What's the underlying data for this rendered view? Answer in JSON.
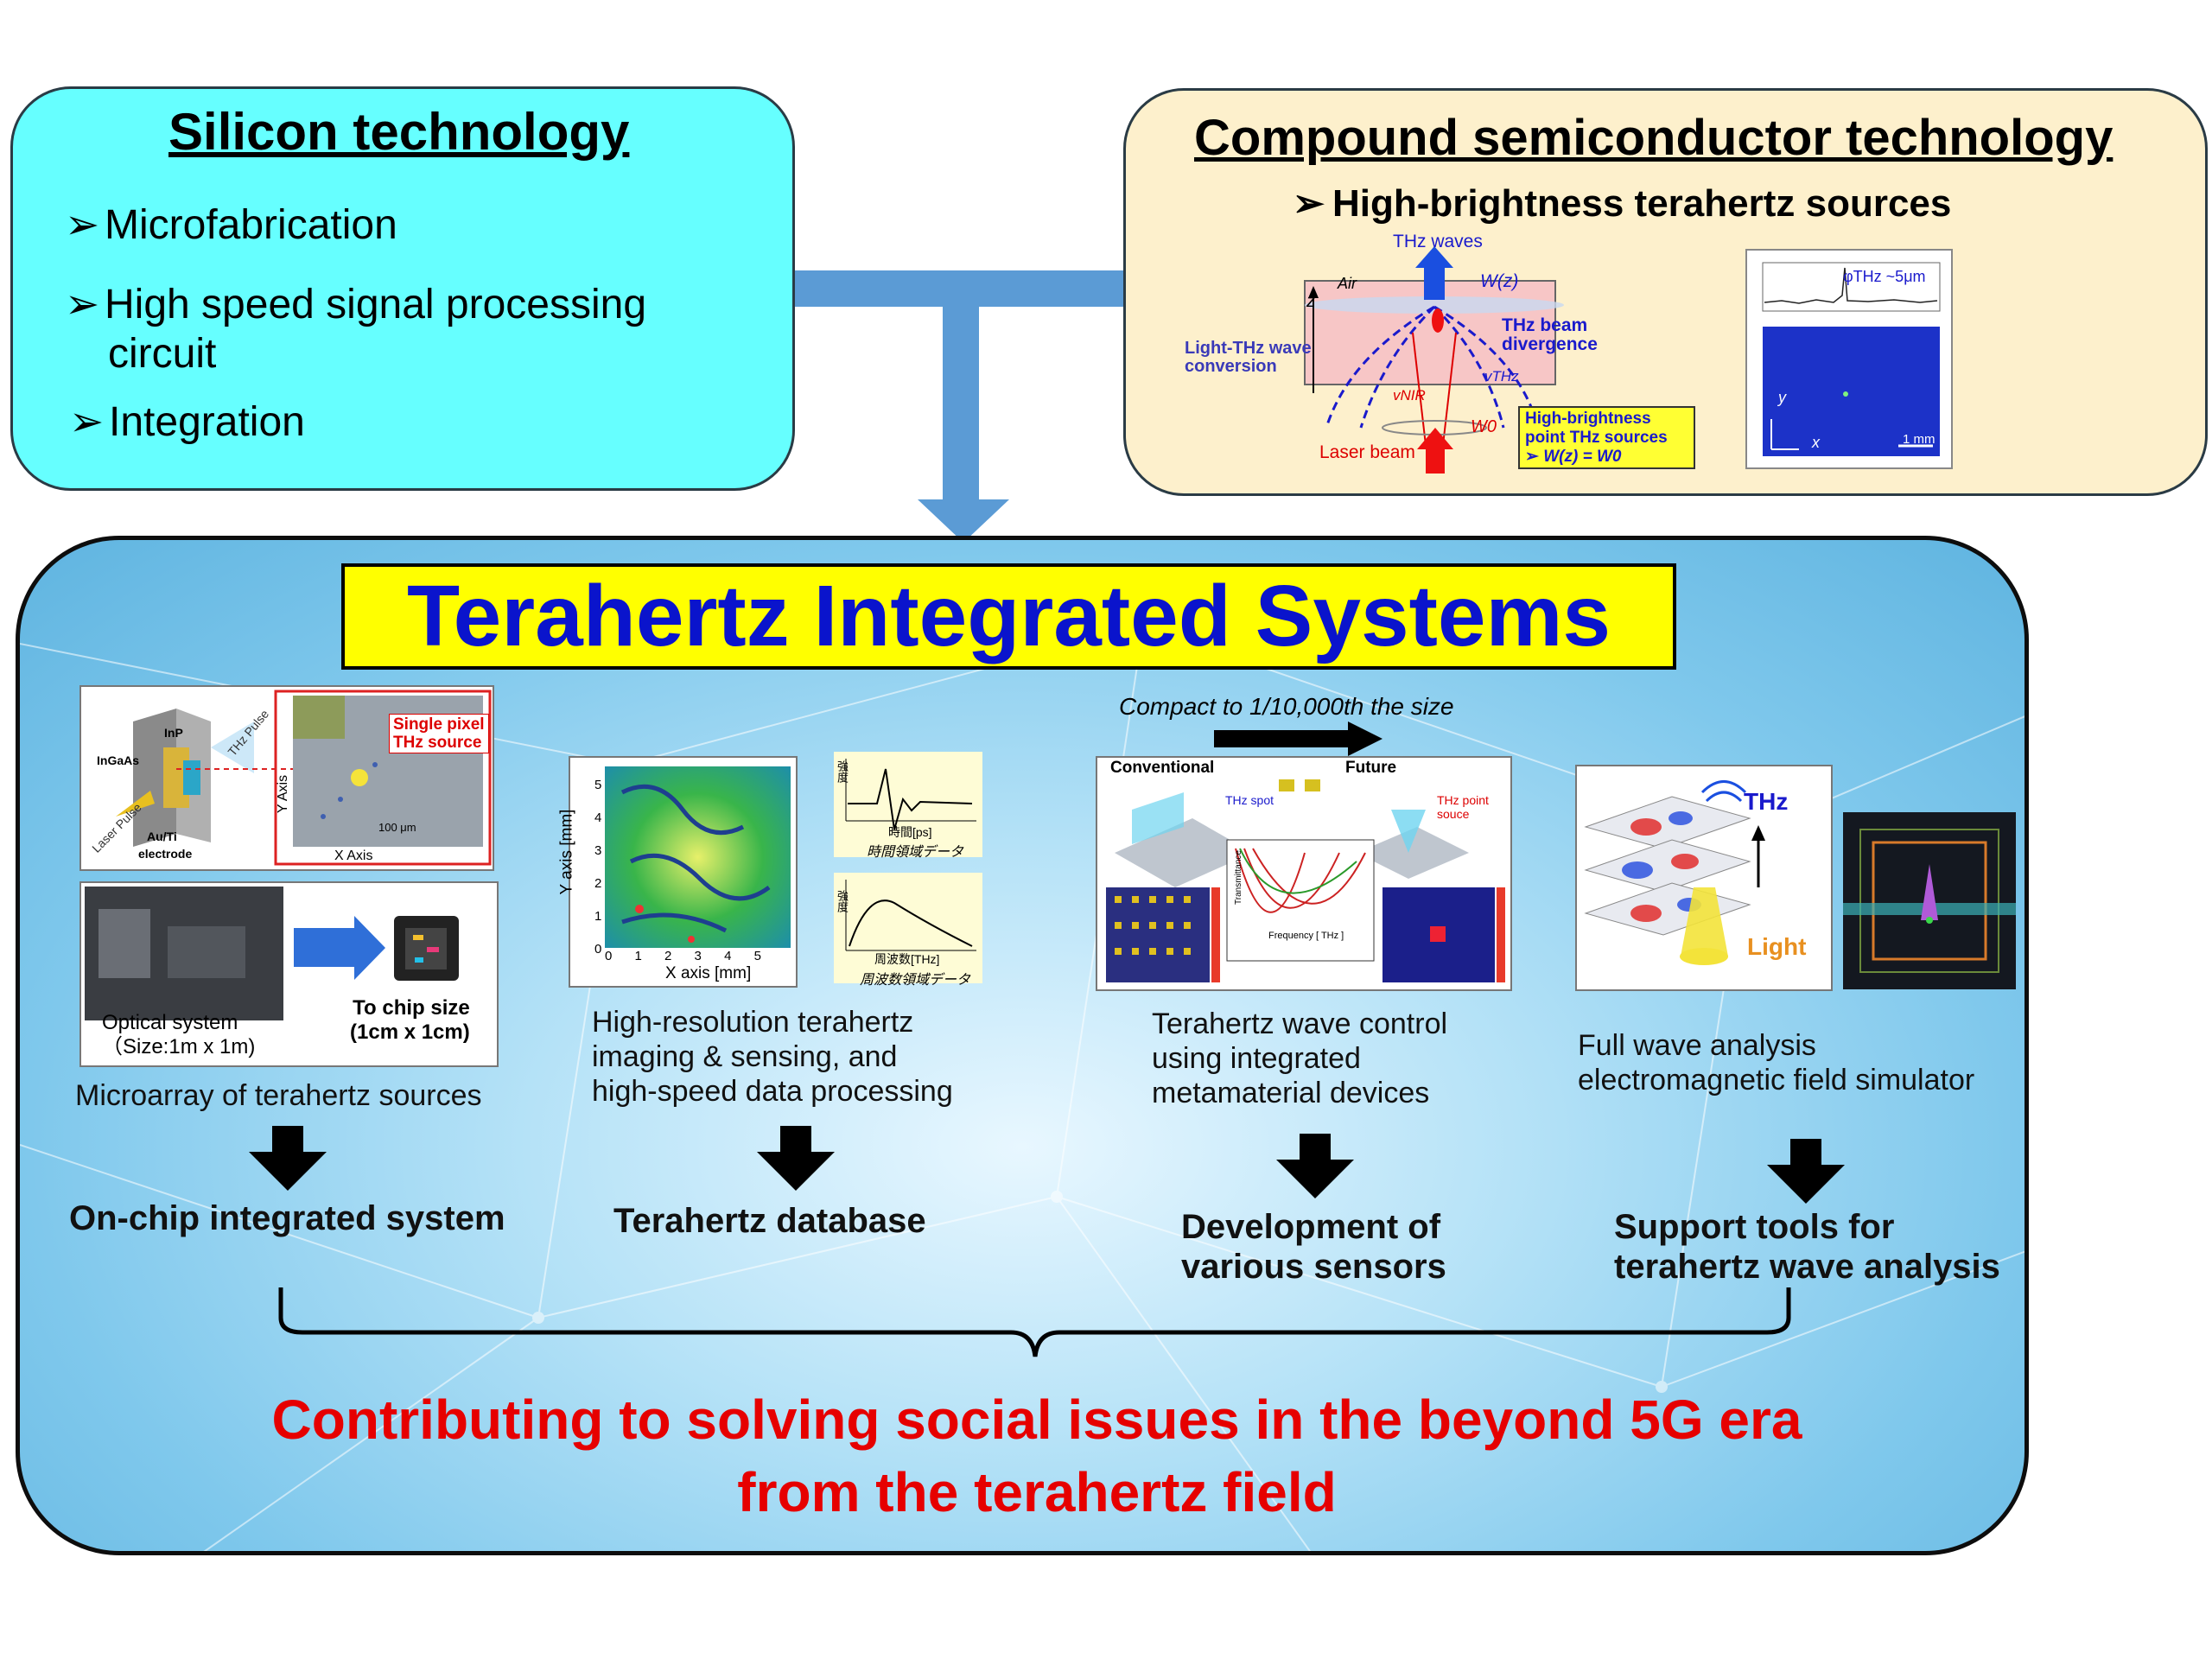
{
  "silicon": {
    "title": "Silicon technology",
    "bullets": [
      "Microfabrication",
      "High speed signal processing",
      "circuit",
      "Integration"
    ]
  },
  "compound": {
    "title": "Compound semiconductor technology",
    "bullet": "High-brightness terahertz sources",
    "figure": {
      "thz_waves": "THz waves",
      "air": "Air",
      "wz": "W(z)",
      "z": "z",
      "beam_divergence_1": "THz beam",
      "beam_divergence_2": "divergence",
      "conversion_1": "Light-THz wave",
      "conversion_2": "conversion",
      "v_nir": "vNIR",
      "v_thz": "vTHz",
      "w0": "W0",
      "laser_beam": "Laser beam",
      "hb_1": "High-brightness",
      "hb_2": "point THz sources",
      "hb_3": "W(z) = W0",
      "spot_label": "φTHz ~5μm",
      "scale": "1 mm",
      "axis_x": "x",
      "axis_y": "y"
    }
  },
  "banner": {
    "title": "Terahertz Integrated Systems"
  },
  "columns": [
    {
      "fig": {
        "single_pixel_1": "Single pixel",
        "single_pixel_2": "THz source",
        "inp": "InP",
        "ingaas": "InGaAs",
        "auti": "Au/Ti",
        "electrode": "electrode",
        "thz_pulse": "THz Pulse",
        "laser_pulse": "Laser Pulse",
        "y_axis": "Y Axis",
        "x_axis": "X Axis",
        "scale": "100 μm",
        "optical_1": "Optical system",
        "optical_2": "（Size:1m x 1m)",
        "chip_1": "To chip size",
        "chip_2": "(1cm x 1cm)"
      },
      "caption": [
        "Microarray of terahertz sources"
      ],
      "result": [
        "On-chip integrated system"
      ]
    },
    {
      "fig": {
        "y_axis": "Y axis [mm]",
        "x_axis": "X axis [mm]",
        "x_ticks": [
          "0",
          "1",
          "2",
          "3",
          "4",
          "5"
        ],
        "y_ticks": [
          "0",
          "1",
          "2",
          "3",
          "4",
          "5"
        ],
        "time_axis": "時間[ps]",
        "time_label": "時間領域データ",
        "freq_axis": "周波数[THz]",
        "freq_label": "周波数領域データ",
        "intensity": "強度"
      },
      "caption": [
        "High-resolution terahertz",
        "imaging & sensing, and",
        "high-speed data processing"
      ],
      "result": [
        "Terahertz database"
      ]
    },
    {
      "fig": {
        "compact": "Compact to 1/10,000th the size",
        "conventional": "Conventional",
        "future": "Future",
        "thz_spot": "THz spot",
        "thz_point": "THz point",
        "souce": "souce",
        "freq_axis": "Frequency [ THz ]",
        "trans_axis": "Transmittance"
      },
      "caption": [
        "Terahertz wave control",
        "using integrated",
        "metamaterial devices"
      ],
      "result": [
        "Development of",
        "various sensors"
      ]
    },
    {
      "fig": {
        "thz": "THz",
        "light": "Light"
      },
      "caption": [
        "Full wave analysis",
        "electromagnetic field simulator"
      ],
      "result": [
        "Support tools for",
        "terahertz wave analysis"
      ]
    }
  ],
  "conclusion": [
    "Contributing to solving social issues in the beyond 5G era",
    "from the terahertz field"
  ],
  "colors": {
    "cyan": "#66ffff",
    "cream": "#fdf0cc",
    "arrow": "#5b9bd5",
    "banner": "#ffff00",
    "banner_text": "#0a14cc",
    "conclusion": "#e60000"
  }
}
